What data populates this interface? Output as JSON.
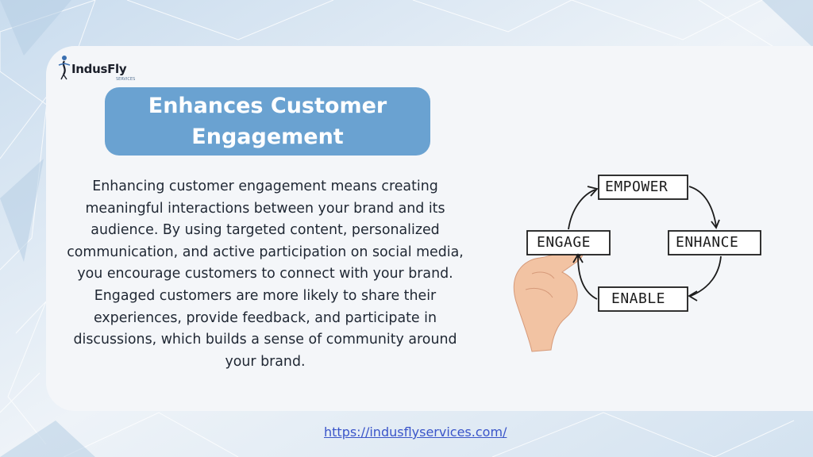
{
  "brand": {
    "name": "IndusFly",
    "tagline": "SERVICES"
  },
  "slide": {
    "title": "Enhances Customer Engagement",
    "body": "Enhancing customer engagement means creating meaningful interactions between your brand and its audience. By using targeted content, personalized communication, and active participation on social media, you encourage customers to connect with your brand. Engaged customers are more likely to share their experiences, provide feedback, and participate in discussions, which builds a sense of community around your brand."
  },
  "diagram": {
    "steps": [
      "EMPOWER",
      "ENHANCE",
      "ENABLE",
      "ENGAGE"
    ]
  },
  "footer": {
    "url": "https://indusflyservices.com/"
  },
  "colors": {
    "title_box": "#6aa2d1",
    "card": "#f4f6f9",
    "link": "#3a55c9"
  }
}
